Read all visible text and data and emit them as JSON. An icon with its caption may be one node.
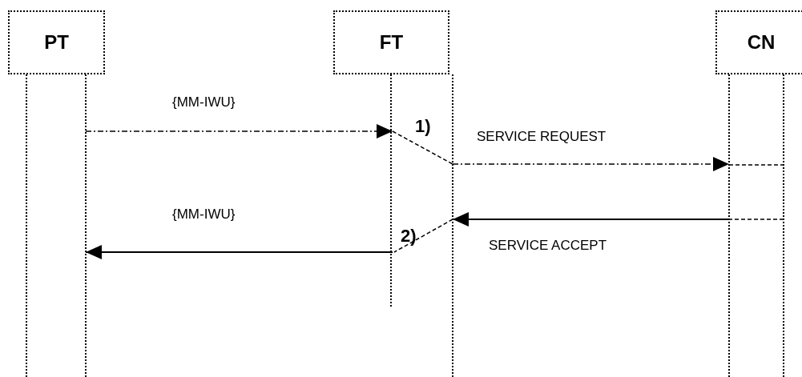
{
  "diagram": {
    "nodes": [
      {
        "text": [
          "PT"
        ]
      },
      {
        "text": [
          "FT"
        ]
      },
      {
        "text": [
          "CN"
        ]
      }
    ],
    "edges": [
      {
        "from": 0,
        "to": 1,
        "arrow": "to",
        "label": "{MM-IWU}",
        "style": "dashed"
      },
      {
        "from": 1,
        "to": 2,
        "arrow": "to",
        "label": "SERVICE REQUEST",
        "style": "dashed"
      },
      {
        "from": 2,
        "to": 1,
        "arrow": "to",
        "label": "SERVICE ACCEPT"
      },
      {
        "from": 1,
        "to": 0,
        "arrow": "to",
        "label": "{MM-IWU}"
      }
    ],
    "labels": [
      "1)",
      "2)"
    ]
  }
}
